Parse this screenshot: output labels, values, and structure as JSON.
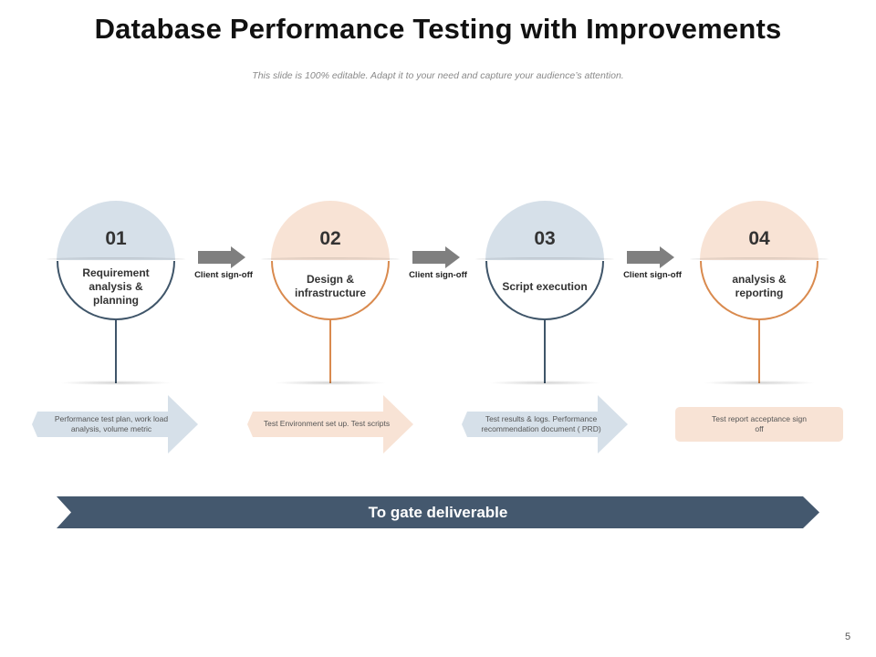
{
  "title": "Database Performance Testing with Improvements",
  "subtitle": "This slide is 100% editable. Adapt it to your need and capture your audience’s attention.",
  "steps": [
    {
      "number": "01",
      "label": "Requirement analysis & planning",
      "deliverable": "Performance test plan, work load analysis, volume metric"
    },
    {
      "number": "02",
      "label": "Design & infrastructure",
      "deliverable": "Test Environment set up. Test scripts"
    },
    {
      "number": "03",
      "label": "Script execution",
      "deliverable": "Test results & logs. Performance recommendation document ( PRD)"
    },
    {
      "number": "04",
      "label": "analysis & reporting",
      "deliverable": "Test report acceptance sign off"
    }
  ],
  "connectors": [
    "Client sign-off",
    "Client sign-off",
    "Client sign-off"
  ],
  "banner": "To gate deliverable",
  "page_number": "5",
  "colors": {
    "blue_light": "#d6e0e9",
    "blue_dark": "#3f5569",
    "peach_light": "#f8e3d5",
    "peach_dark": "#d98a4e",
    "arrow_gray": "#7f7f7f",
    "banner": "#44586e"
  }
}
